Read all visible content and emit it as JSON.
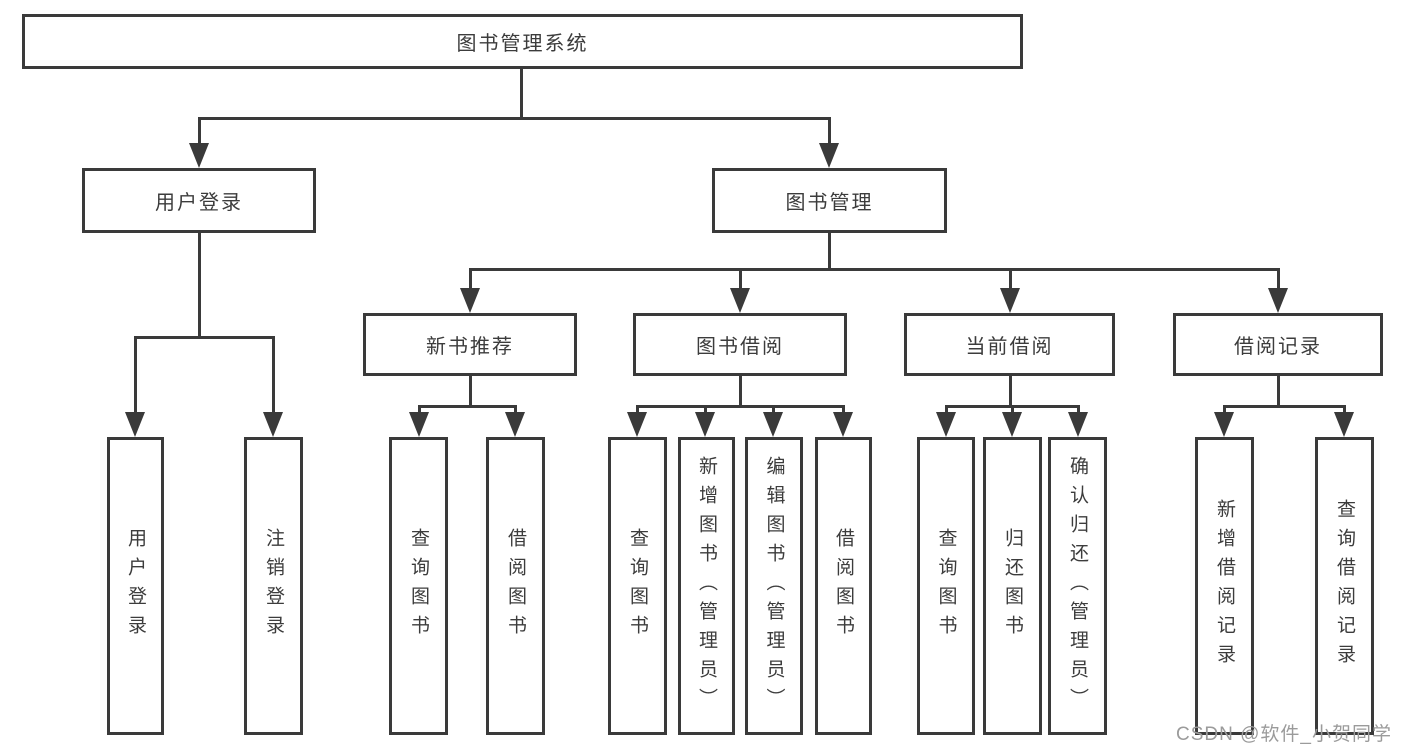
{
  "diagram": {
    "type": "hierarchy-tree",
    "root": {
      "label": "图书管理系统"
    },
    "level2": [
      {
        "label": "用户登录"
      },
      {
        "label": "图书管理"
      }
    ],
    "level3": [
      {
        "label": "新书推荐",
        "parent": "图书管理"
      },
      {
        "label": "图书借阅",
        "parent": "图书管理"
      },
      {
        "label": "当前借阅",
        "parent": "图书管理"
      },
      {
        "label": "借阅记录",
        "parent": "图书管理"
      }
    ],
    "leaves": [
      {
        "label": "用户登录",
        "parent": "用户登录"
      },
      {
        "label": "注销登录",
        "parent": "用户登录"
      },
      {
        "label": "查询图书",
        "parent": "新书推荐"
      },
      {
        "label": "借阅图书",
        "parent": "新书推荐"
      },
      {
        "label": "查询图书",
        "parent": "图书借阅"
      },
      {
        "label": "新增图书（管理员）",
        "parent": "图书借阅"
      },
      {
        "label": "编辑图书（管理员）",
        "parent": "图书借阅"
      },
      {
        "label": "借阅图书",
        "parent": "图书借阅"
      },
      {
        "label": "查询图书",
        "parent": "当前借阅"
      },
      {
        "label": "归还图书",
        "parent": "当前借阅"
      },
      {
        "label": "确认归还（管理员）",
        "parent": "当前借阅"
      },
      {
        "label": "新增借阅记录",
        "parent": "借阅记录"
      },
      {
        "label": "查询借阅记录",
        "parent": "借阅记录"
      }
    ],
    "watermark": "CSDN @软件_小贺同学",
    "colors": {
      "line": "#3a3a3a",
      "text": "#3c3c3c",
      "background": "#ffffff",
      "watermark": "#9b9b9b"
    }
  }
}
